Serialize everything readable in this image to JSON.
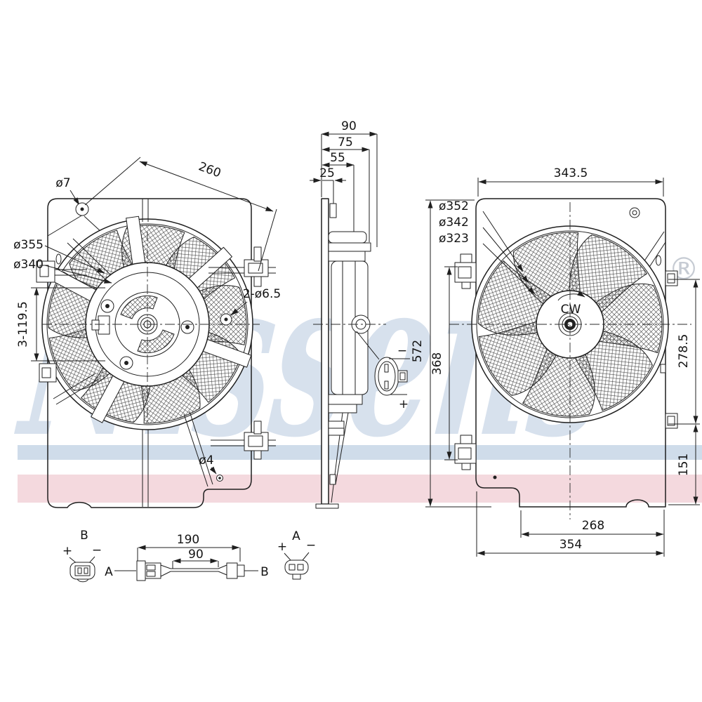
{
  "watermark": {
    "brand": "Nissens",
    "registered": "®"
  },
  "front_view": {
    "hole_top": "ø7",
    "diag_width": "260",
    "ring_outer": "ø355",
    "ring_inner": "ø340",
    "bolt_circle": "3-119.5",
    "side_holes": "2-ø6.5",
    "hole_bottom": "ø4"
  },
  "side_view": {
    "depth_total": "90",
    "depth_75": "75",
    "depth_55": "55",
    "depth_25": "25",
    "terminal_minus": "−",
    "terminal_plus": "+"
  },
  "rear_view": {
    "width_top": "343.5",
    "fan_dia_outer": "ø352",
    "fan_dia_mid": "ø342",
    "fan_dia_inner": "ø323",
    "height_total": "572",
    "height_mount": "368",
    "height_right_upper": "278.5",
    "height_right_lower": "151",
    "width_bottom_inner": "268",
    "width_bottom": "354",
    "rotation": "CW"
  },
  "harness_detail": {
    "connector_b_label": "B",
    "connector_b_plus": "+",
    "connector_b_minus": "−",
    "length_total": "190",
    "length_inner": "90",
    "ref_a": "A",
    "ref_b": "B",
    "connector_a_label": "A",
    "connector_a_plus": "+",
    "connector_a_minus": "−"
  },
  "colors": {
    "line": "#1f1f1f",
    "band_blue": "#cfdcea",
    "band_pink": "#f4d9de",
    "watermark_blue": "#cdd9e9"
  }
}
